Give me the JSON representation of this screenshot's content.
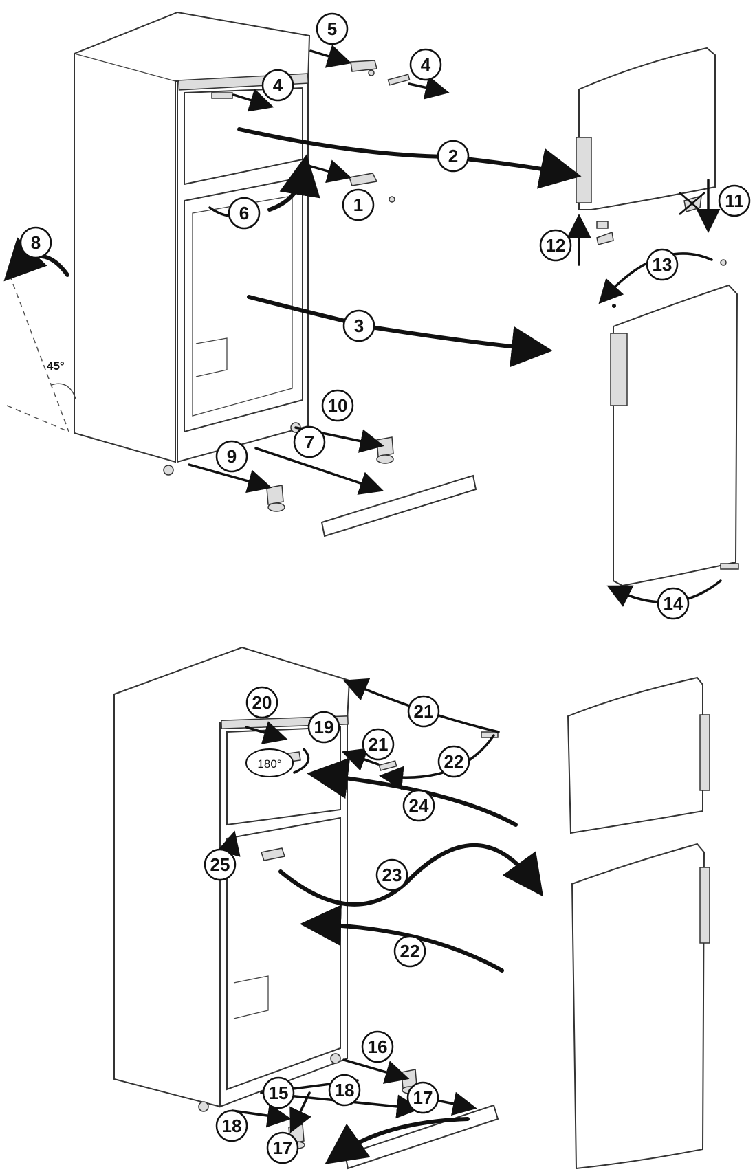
{
  "figure": {
    "angle_label": "45°",
    "rotation_label": "180°"
  },
  "callouts": {
    "c1": "1",
    "c2": "2",
    "c3": "3",
    "c4a": "4",
    "c4b": "4",
    "c5": "5",
    "c6": "6",
    "c7": "7",
    "c8": "8",
    "c9": "9",
    "c10": "10",
    "c11": "11",
    "c12": "12",
    "c13": "13",
    "c14": "14",
    "c15": "15",
    "c16": "16",
    "c17a": "17",
    "c17b": "17",
    "c18a": "18",
    "c18b": "18",
    "c19": "19",
    "c20": "20",
    "c21a": "21",
    "c21b": "21",
    "c22a": "22",
    "c22b": "22",
    "c23": "23",
    "c24": "24",
    "c25": "25"
  }
}
